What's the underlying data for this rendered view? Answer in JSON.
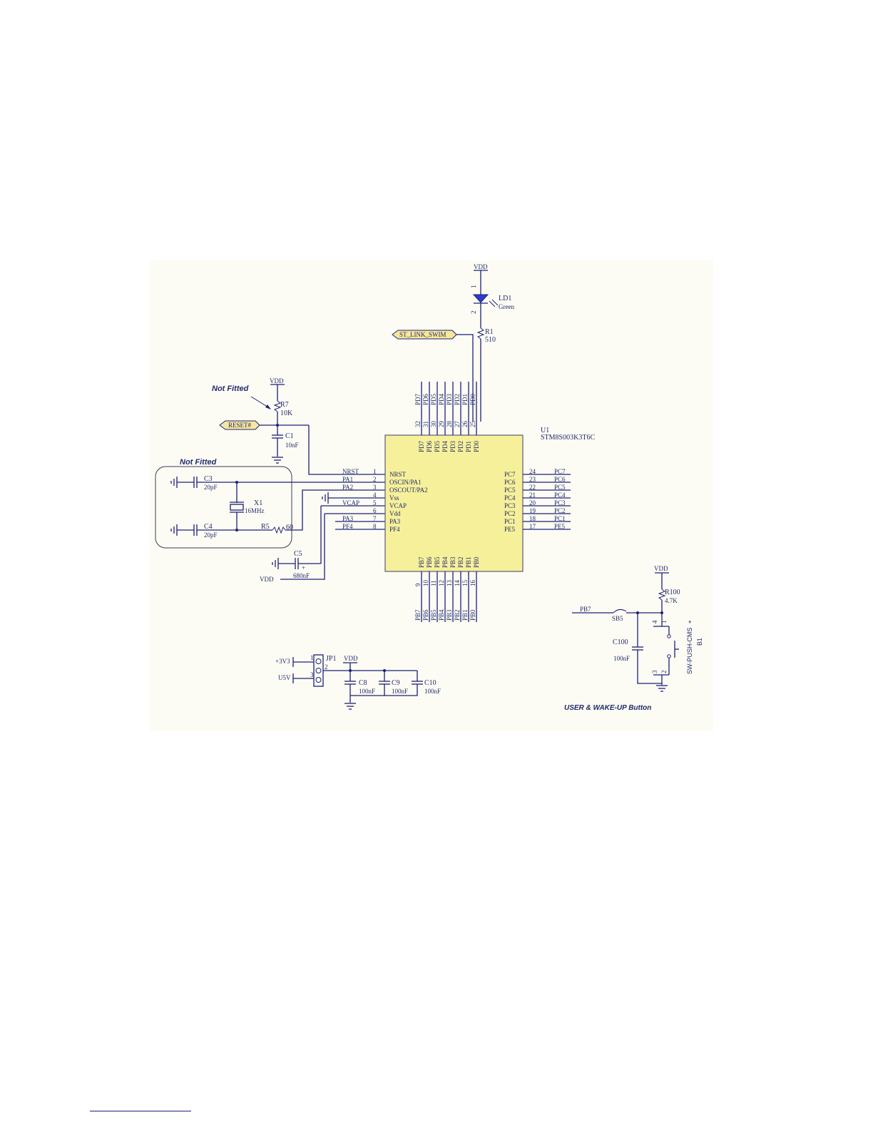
{
  "colors": {
    "paper": "#fdfcf4",
    "wire": "#1c1f7a",
    "chip_fill": "#f7f09a",
    "chip_stroke": "#5a5a7a",
    "port_fill": "#f6e79a",
    "led": "#2b3ccf"
  },
  "power": {
    "vdd": "VDD",
    "v3v3": "+3V3",
    "u5v": "U5V"
  },
  "led": {
    "ref": "LD1",
    "value": "Green",
    "pin1": "1",
    "pin2": "2"
  },
  "r1": {
    "ref": "R1",
    "value": "510"
  },
  "r7": {
    "ref": "R7",
    "value": "10K"
  },
  "r5": {
    "ref": "R5",
    "value": "60"
  },
  "r100": {
    "ref": "R100",
    "value": "4.7K"
  },
  "c1": {
    "ref": "C1",
    "value": "10nF"
  },
  "c3": {
    "ref": "C3",
    "value": "20pF"
  },
  "c4": {
    "ref": "C4",
    "value": "20pF"
  },
  "c5": {
    "ref": "C5",
    "value": "680nF",
    "plus": "+"
  },
  "c8": {
    "ref": "C8",
    "value": "100nF"
  },
  "c9": {
    "ref": "C9",
    "value": "100nF"
  },
  "c10": {
    "ref": "C10",
    "value": "100nF"
  },
  "c100": {
    "ref": "C100",
    "value": "100nF"
  },
  "x1": {
    "ref": "X1",
    "value": "16MHz"
  },
  "ports": {
    "swim": "ST_LINK_SWIM",
    "reset": "RESET#"
  },
  "notes": {
    "not_fitted_r7": "Not Fitted",
    "not_fitted_osc": "Not Fitted",
    "button_caption": "USER & WAKE-UP Button"
  },
  "u1": {
    "ref": "U1",
    "part": "STM8S003K3T6C",
    "left_pins": [
      {
        "num": "1",
        "name": "NRST",
        "net": "NRST"
      },
      {
        "num": "2",
        "name": "OSCIN/PA1",
        "net": "PA1"
      },
      {
        "num": "3",
        "name": "OSCOUT/PA2",
        "net": "PA2"
      },
      {
        "num": "4",
        "name": "Vss",
        "net": ""
      },
      {
        "num": "5",
        "name": "VCAP",
        "net": "VCAP"
      },
      {
        "num": "6",
        "name": "Vdd",
        "net": ""
      },
      {
        "num": "7",
        "name": "PA3",
        "net": "PA3"
      },
      {
        "num": "8",
        "name": "PF4",
        "net": "PF4"
      }
    ],
    "right_pins": [
      {
        "num": "24",
        "name": "PC7",
        "net": "PC7"
      },
      {
        "num": "23",
        "name": "PC6",
        "net": "PC6"
      },
      {
        "num": "22",
        "name": "PC5",
        "net": "PC5"
      },
      {
        "num": "21",
        "name": "PC4",
        "net": "PC4"
      },
      {
        "num": "20",
        "name": "PC3",
        "net": "PC3"
      },
      {
        "num": "19",
        "name": "PC2",
        "net": "PC2"
      },
      {
        "num": "18",
        "name": "PC1",
        "net": "PC1"
      },
      {
        "num": "17",
        "name": "PE5",
        "net": "PE5"
      }
    ],
    "top_pins": [
      {
        "num": "32",
        "name": "PD7",
        "net": "PD7"
      },
      {
        "num": "31",
        "name": "PD6",
        "net": "PD6"
      },
      {
        "num": "30",
        "name": "PD5",
        "net": "PD5"
      },
      {
        "num": "29",
        "name": "PD4",
        "net": "PD4"
      },
      {
        "num": "28",
        "name": "PD3",
        "net": "PD3"
      },
      {
        "num": "27",
        "name": "PD2",
        "net": "PD2"
      },
      {
        "num": "26",
        "name": "PD1",
        "net": "PD1"
      },
      {
        "num": "25",
        "name": "PD0",
        "net": "PD0"
      }
    ],
    "bottom_pins": [
      {
        "num": "9",
        "name": "PB7",
        "net": "PB7"
      },
      {
        "num": "10",
        "name": "PB6",
        "net": "PB6"
      },
      {
        "num": "11",
        "name": "PB5",
        "net": "PB5"
      },
      {
        "num": "12",
        "name": "PB4",
        "net": "PB4"
      },
      {
        "num": "13",
        "name": "PB3",
        "net": "PB3"
      },
      {
        "num": "14",
        "name": "PB2",
        "net": "PB2"
      },
      {
        "num": "15",
        "name": "PB1",
        "net": "PB1"
      },
      {
        "num": "16",
        "name": "PB0",
        "net": "PB0"
      }
    ]
  },
  "jp1": {
    "ref": "JP1",
    "pins": [
      "1",
      "2",
      "3"
    ]
  },
  "button": {
    "ref": "B1",
    "part": "SW-PUSH-CMS",
    "mark": "*",
    "sb": "SB5",
    "net": "PB7",
    "pins": [
      "1",
      "2",
      "3",
      "4"
    ]
  }
}
